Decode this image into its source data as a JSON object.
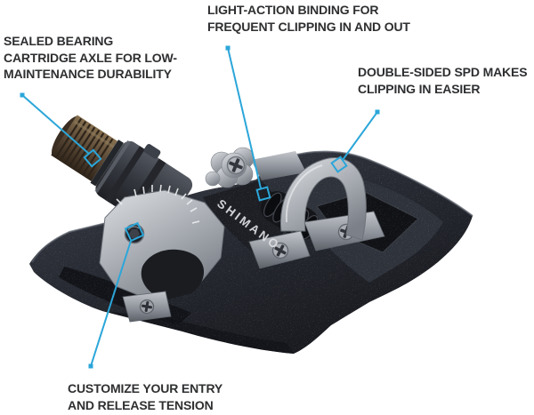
{
  "colors": {
    "accent": "#2ba6d9",
    "text": "#2e2f31",
    "background": "#ffffff",
    "pedal_body": "#2b2e35",
    "pedal_shadow": "#15161b",
    "silver": "#b8bcc2",
    "axle_bronze": "#5d4b38",
    "spring_black": "#0e0f12"
  },
  "product": {
    "brand": "SHIMANO"
  },
  "callouts": {
    "sealed_bearing": {
      "line1": "SEALED BEARING",
      "line2": "CARTRIDGE AXLE FOR LOW-",
      "line3": "MAINTENANCE DURABILITY"
    },
    "light_action": {
      "line1": "LIGHT-ACTION BINDING FOR",
      "line2": "FREQUENT CLIPPING IN AND OUT"
    },
    "double_sided": {
      "line1": "DOUBLE-SIDED SPD MAKES",
      "line2": "CLIPPING IN EASIER"
    },
    "customize": {
      "line1": "CUSTOMIZE YOUR ENTRY",
      "line2": "AND RELEASE TENSION"
    }
  }
}
